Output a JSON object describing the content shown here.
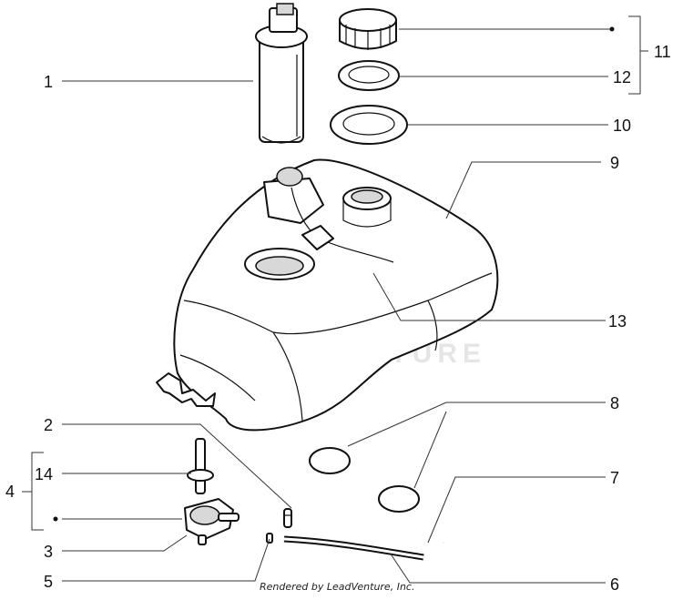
{
  "callouts": {
    "c1": "1",
    "c2": "2",
    "c3": "3",
    "c4": "4",
    "c5": "5",
    "c6": "6",
    "c7": "7",
    "c8": "8",
    "c9": "9",
    "c10": "10",
    "c11": "11",
    "c12": "12",
    "c13": "13",
    "c14": "14"
  },
  "credit": "Rendered by LeadVenture, Inc.",
  "watermark": "LEADVENTURE",
  "colors": {
    "line": "#111111",
    "leader": "#333333",
    "watermark": "#e6e6e6"
  }
}
